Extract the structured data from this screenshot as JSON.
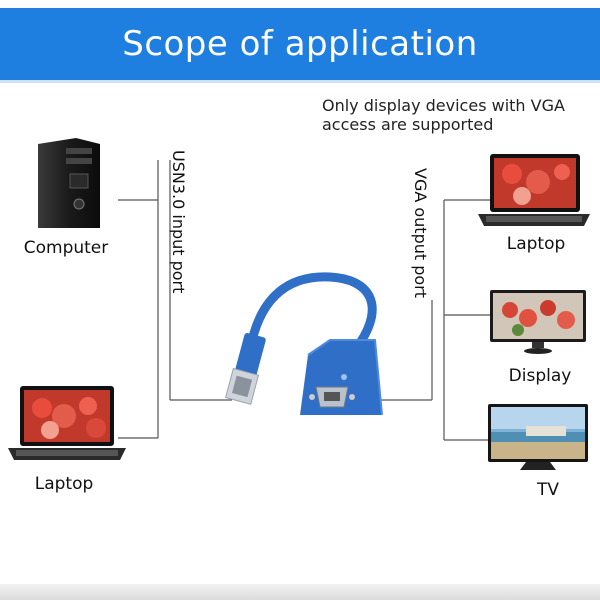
{
  "title": "Scope of application",
  "note": "Only display devices with VGA access are supported",
  "input_port_label": "USN3.0 input port",
  "output_port_label": "VGA output port",
  "left_devices": [
    {
      "label": "Computer",
      "icon": "desktop-tower-icon"
    },
    {
      "label": "Laptop",
      "icon": "laptop-icon"
    }
  ],
  "right_devices": [
    {
      "label": "Laptop",
      "icon": "laptop-icon"
    },
    {
      "label": "Display",
      "icon": "monitor-icon"
    },
    {
      "label": "TV",
      "icon": "tv-icon"
    }
  ],
  "colors": {
    "banner": "#1f7fe0",
    "adapter": "#2f6fc8",
    "lines": "#555555"
  }
}
